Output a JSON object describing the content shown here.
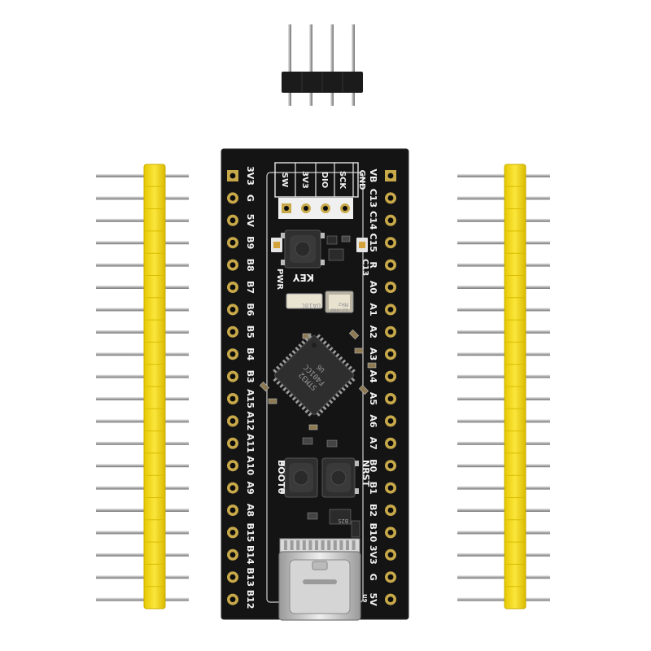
{
  "scene": {
    "description_free": true,
    "colors": {
      "background": "#ffffff",
      "pcb": "#141414",
      "silkscreen": "#f2f2f2",
      "header_plastic_yellow": "#f2d81a",
      "header_plastic_black": "#1a1a1a",
      "pin_metal": "#c9c9c9",
      "pad_gold": "#c8a94a"
    }
  },
  "board": {
    "top_labels": [
      "3V3",
      "DIO",
      "SCK",
      "GND",
      "SW"
    ],
    "left_labels": [
      "3V3",
      "G",
      "5V",
      "B9",
      "B8",
      "B7",
      "B6",
      "B5",
      "B4",
      "B3",
      "A15",
      "A12",
      "A11",
      "A10",
      "A9",
      "A8",
      "B15",
      "B14",
      "B13",
      "B12"
    ],
    "right_labels": [
      "VB",
      "C13",
      "C14",
      "C15",
      "R",
      "A0",
      "A1",
      "A2",
      "A3",
      "A4",
      "A5",
      "A6",
      "A7",
      "B0",
      "B1",
      "B2",
      "B10",
      "3V3",
      "G",
      "5V"
    ],
    "misc_labels": {
      "pwr": "PWR",
      "c13": "C13",
      "key": "KEY",
      "boot0": "BOOT0",
      "nrst": "NRST",
      "crystal_left": "DA18C",
      "crystal_right": "32.000",
      "crystal_unit": "MHz",
      "chip_line1": "STM32",
      "chip_line2": "F401CC",
      "chip_line3": "U6",
      "small_ic": "B2S",
      "rev": "U9"
    }
  }
}
